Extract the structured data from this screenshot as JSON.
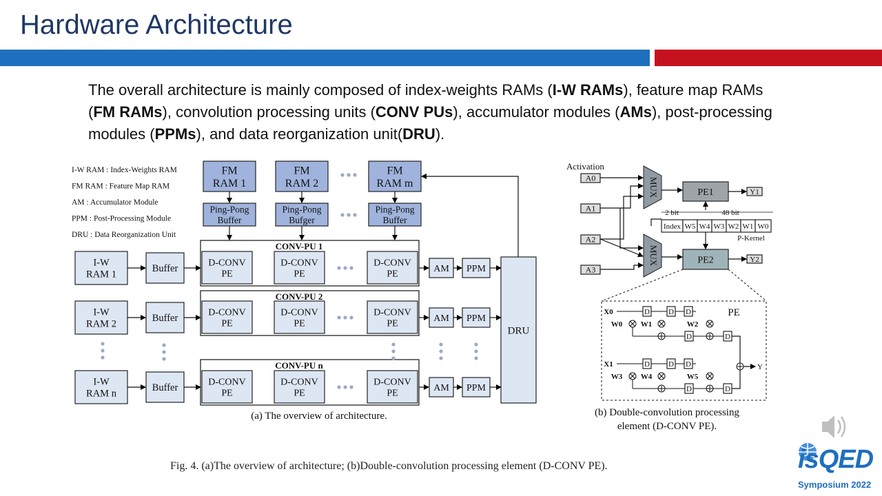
{
  "slide": {
    "title": "Hardware Architecture",
    "body": [
      {
        "t": "The overall architecture is mainly composed of index-weights RAMs (",
        "b": false
      },
      {
        "t": "I-W RAMs",
        "b": true
      },
      {
        "t": "), feature map RAMs (",
        "b": false
      },
      {
        "t": "FM RAMs",
        "b": true
      },
      {
        "t": "), convolution processing units (",
        "b": false
      },
      {
        "t": "CONV PUs",
        "b": true
      },
      {
        "t": "), accumulator modules (",
        "b": false
      },
      {
        "t": "AMs",
        "b": true
      },
      {
        "t": "), post-processing modules (",
        "b": false
      },
      {
        "t": "PPMs",
        "b": true
      },
      {
        "t": "), and data reorganization unit(",
        "b": false
      },
      {
        "t": "DRU",
        "b": true
      },
      {
        "t": ").",
        "b": false
      }
    ],
    "colors": {
      "title": "#1f3864",
      "bar_blue": "#1f6fbf",
      "bar_red": "#c6121f"
    }
  },
  "diagram_a": {
    "legend": [
      "I-W RAM :  Index-Weights RAM",
      "FM RAM :  Feature Map RAM",
      "AM :  Accumulator Module",
      "PPM :  Post-Processing Module",
      "DRU :  Data Reorganization Unit"
    ],
    "fm_rams": [
      [
        "FM",
        "RAM 1"
      ],
      [
        "FM",
        "RAM 2"
      ],
      [
        "FM",
        "RAM m"
      ]
    ],
    "pingpong": [
      [
        "Ping-Pong",
        "Buffer"
      ],
      [
        "Ping-Pong",
        "Bufger"
      ],
      [
        "Ping-Pong",
        "Buffer"
      ]
    ],
    "iw_rams": [
      [
        "I-W",
        "RAM 1"
      ],
      [
        "I-W",
        "RAM 2"
      ],
      [
        "I-W",
        "RAM n"
      ]
    ],
    "buffer": "Buffer",
    "pu_titles": [
      "CONV-PU 1",
      "CONV-PU 2",
      "CONV-PU n"
    ],
    "dconv": [
      "D-CONV",
      "PE"
    ],
    "am": "AM",
    "ppm": "PPM",
    "dru": "DRU",
    "caption": "(a) The overview of architecture."
  },
  "diagram_b": {
    "activation": "Activation",
    "inputs": [
      "A0",
      "A1",
      "A2",
      "A3"
    ],
    "mux": "MUX",
    "pe1": "PE1",
    "pe2": "PE2",
    "y1": "Y1",
    "y2": "Y2",
    "bits_2": "2 bit",
    "bits_48": "48 bit",
    "kernel_cells": [
      "Index",
      "W5",
      "W4",
      "W3",
      "W2",
      "W1",
      "W0"
    ],
    "pkernel": "P-Kernel",
    "pe_label": "PE",
    "x0": "X0",
    "x1": "X1",
    "w_top": [
      "W0",
      "W1",
      "W2"
    ],
    "w_bottom": [
      "W3",
      "W4",
      "W5"
    ],
    "d": "D",
    "y": "Y",
    "caption": [
      "(b) Double-convolution processing",
      "element (D-CONV PE)."
    ]
  },
  "figure_caption": "Fig. 4.   (a)The overview of architecture; (b)Double-convolution processing element (D-CONV PE).",
  "logo": {
    "text": "isQED",
    "sub": "Symposium 2022"
  },
  "speaker_icon": "speaker-icon"
}
